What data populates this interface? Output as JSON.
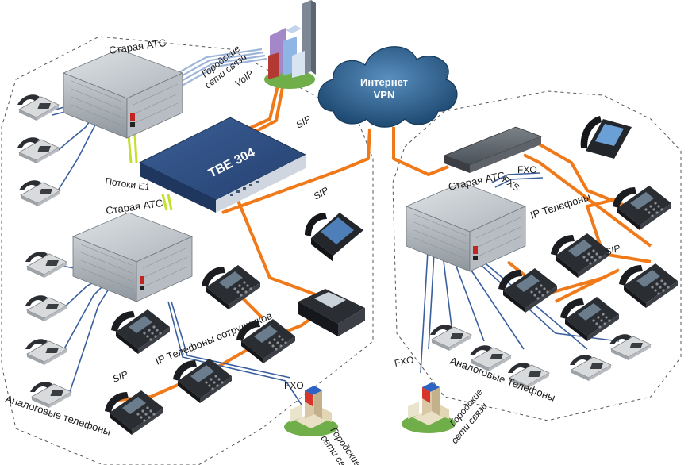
{
  "colors": {
    "sip_link": "#f07a1a",
    "city_link": "#9fb6d8",
    "e1_link": "#c4e02a",
    "analog_link": "#3a5f9e",
    "cloud": "#2d5f8c",
    "gateway": "#2e4f86",
    "zone_border": "#555555"
  },
  "cloud": {
    "line1": "Интернет",
    "line2": "VPN"
  },
  "gateway": {
    "label": "TBE 304"
  },
  "labels": {
    "old_pbx_top": "Старая АТС",
    "old_pbx_bottom": "Старая АТС",
    "old_pbx_right": "Старая АТС",
    "city_voip_1": "Городские",
    "city_voip_2": "сети связи",
    "city_voip_3": "VoIP",
    "sip_top": "SIP",
    "sip_mid": "SIP",
    "e1_streams": "Потоки E1",
    "ip_phones_staff": "IP Телефоны сотрудников",
    "sip_left": "SIP",
    "analog_phones_left": "Аналоговые телефоны",
    "fxo_left": "FXO",
    "city_left_1": "Городские",
    "city_left_2": "сети связи",
    "fxo_gw": "FXO",
    "fxs_gw": "FXS",
    "ip_phones_right": "IP Телефоны",
    "sip_right": "SIP",
    "fxo_right": "FXO",
    "analog_phones_right": "Аналоговые Телефоны",
    "city_right_1": "Городские",
    "city_right_2": "сети связи"
  }
}
